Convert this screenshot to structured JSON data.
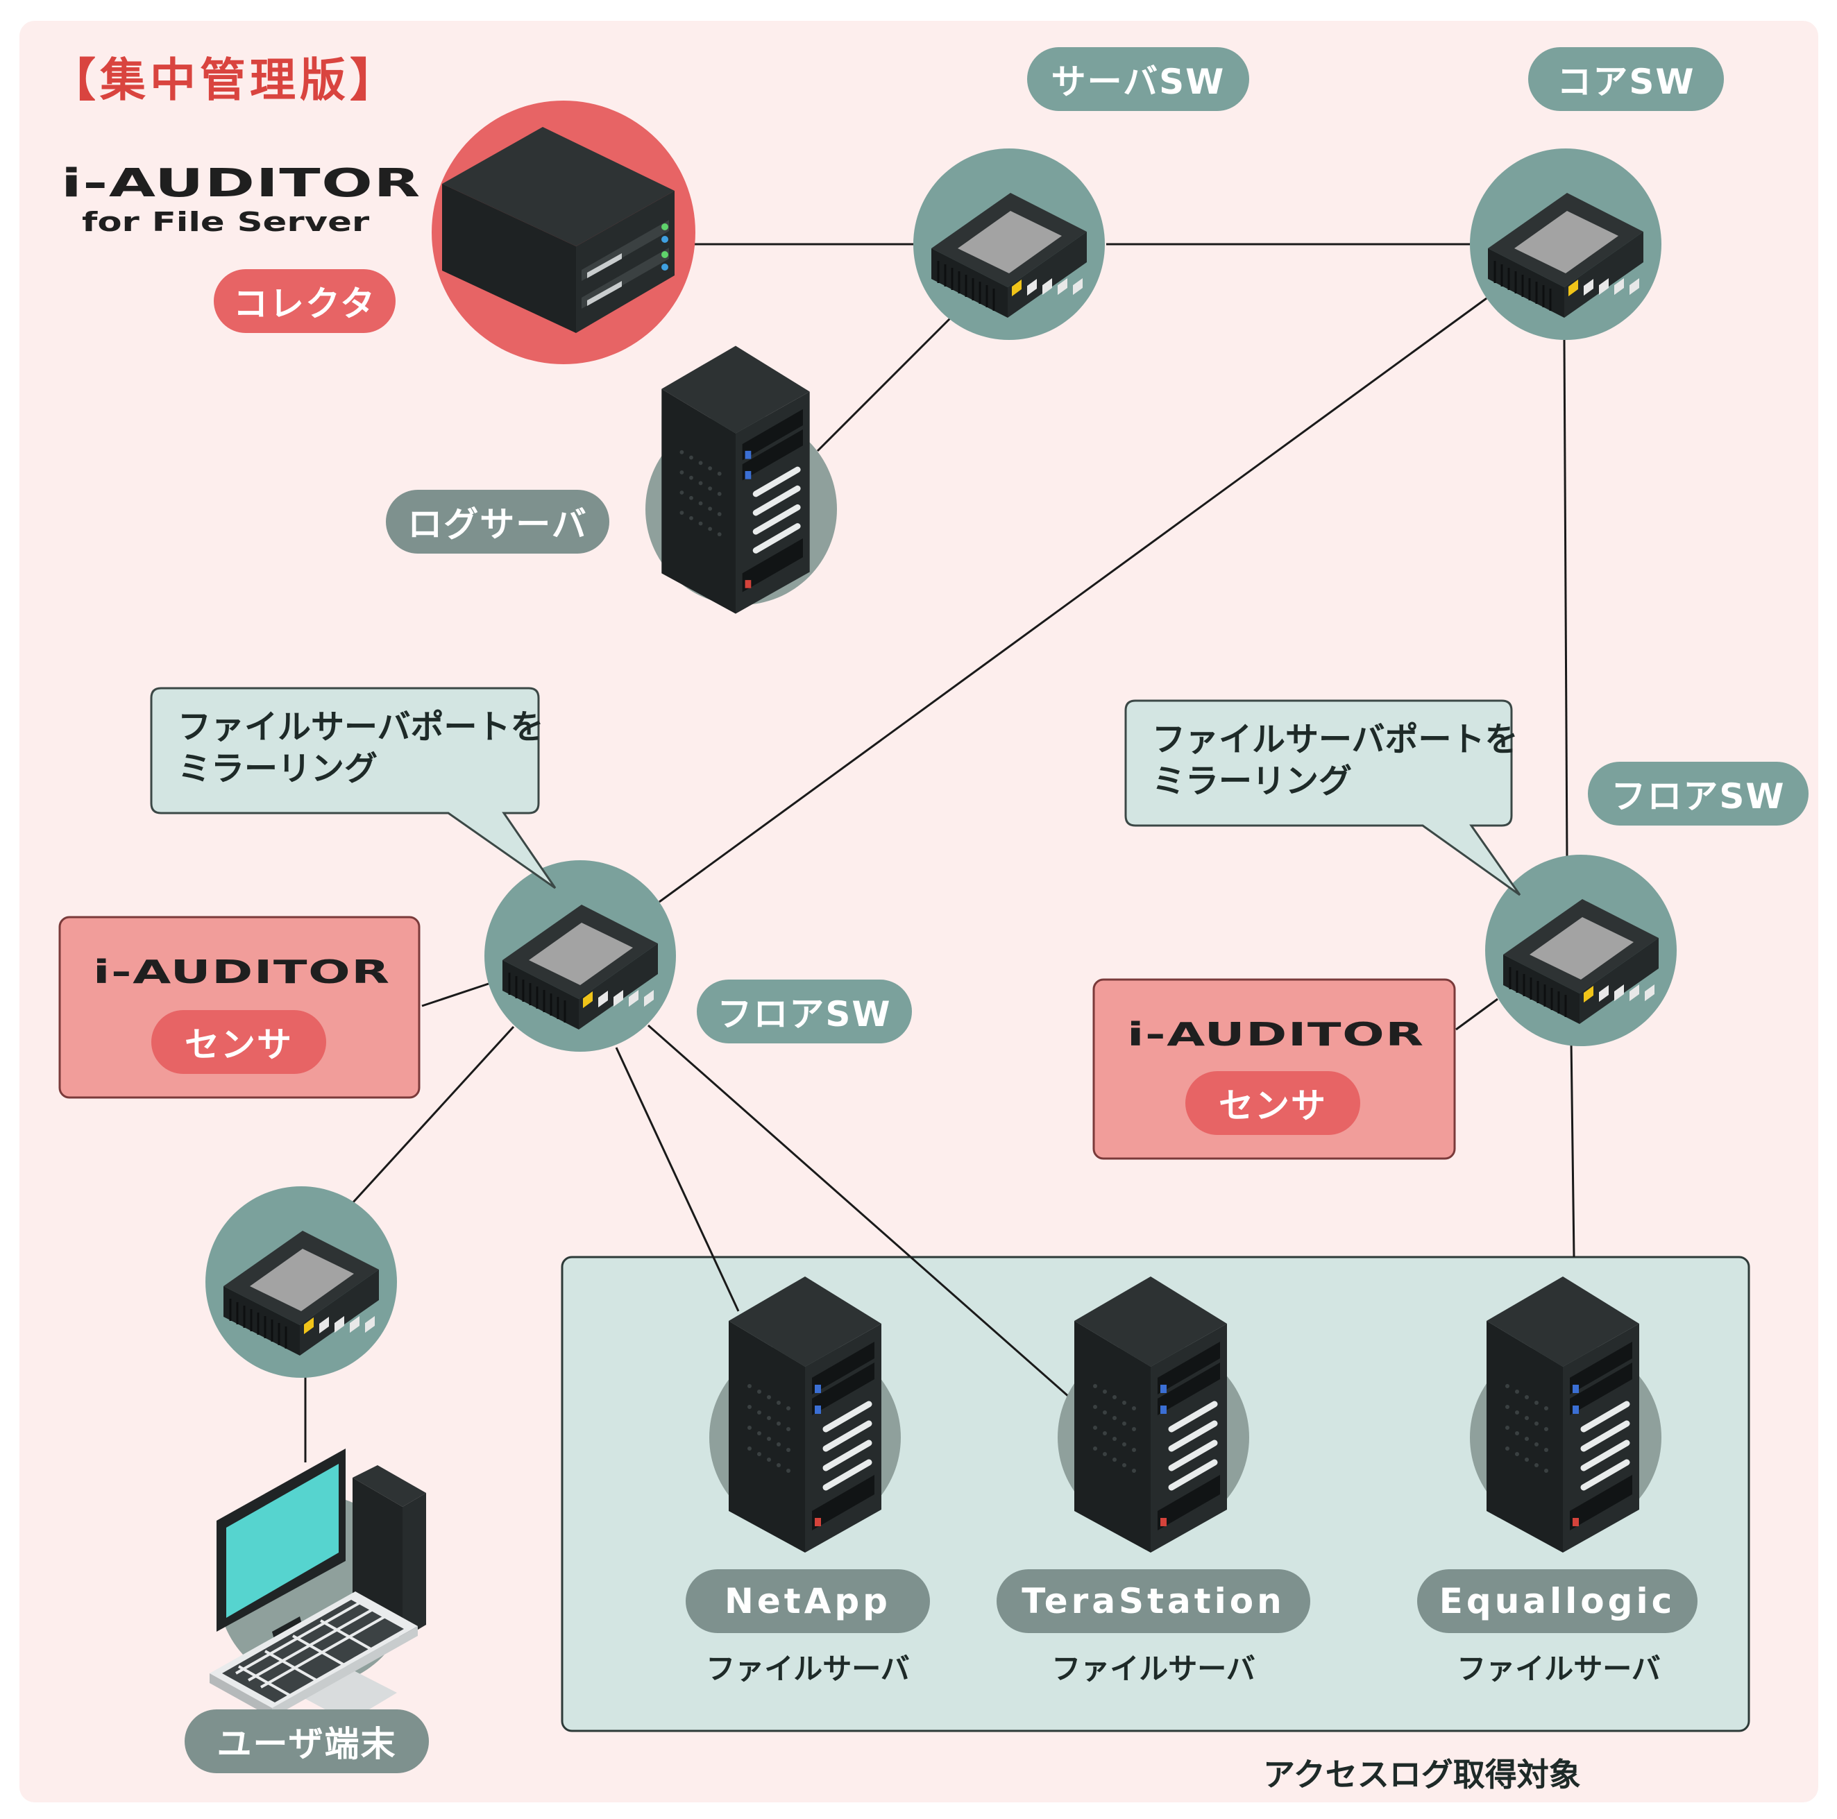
{
  "title": "【集中管理版】",
  "collector": {
    "logo_main": "i-AUDITOR",
    "logo_sub": "for File Server",
    "badge": "コレクタ"
  },
  "labels": {
    "server_sw": "サーバSW",
    "core_sw": "コアSW",
    "log_server": "ログサーバ",
    "floor_sw_left": "フロアSW",
    "floor_sw_right": "フロアSW",
    "user_terminal": "ユーザ端末",
    "target_group": "アクセスログ取得対象"
  },
  "bubbles": [
    {
      "line1": "ファイルサーバポートを",
      "line2": "ミラーリング"
    },
    {
      "line1": "ファイルサーバポートを",
      "line2": "ミラーリング"
    }
  ],
  "sensors": [
    {
      "logo": "i-AUDITOR",
      "badge": "センサ"
    },
    {
      "logo": "i-AUDITOR",
      "badge": "センサ"
    }
  ],
  "file_servers": [
    {
      "name": "NetApp",
      "caption": "ファイルサーバ"
    },
    {
      "name": "TeraStation",
      "caption": "ファイルサーバ"
    },
    {
      "name": "Equallogic",
      "caption": "ファイルサーバ"
    }
  ],
  "colors": {
    "background": "#fdeeed",
    "teal_circle": "#7ba19c",
    "grey_circle": "#8fa09c",
    "collector_circle": "#e76465",
    "sensor_box": "#f19d9a",
    "sensor_badge": "#e76465",
    "target_area": "#d3e5e2",
    "callout": "#d3e5e2",
    "title": "#d9443f"
  },
  "icons": {
    "switch": "network-switch-icon",
    "server": "rack-server-icon",
    "collector": "collector-server-icon",
    "pc": "desktop-pc-icon"
  }
}
